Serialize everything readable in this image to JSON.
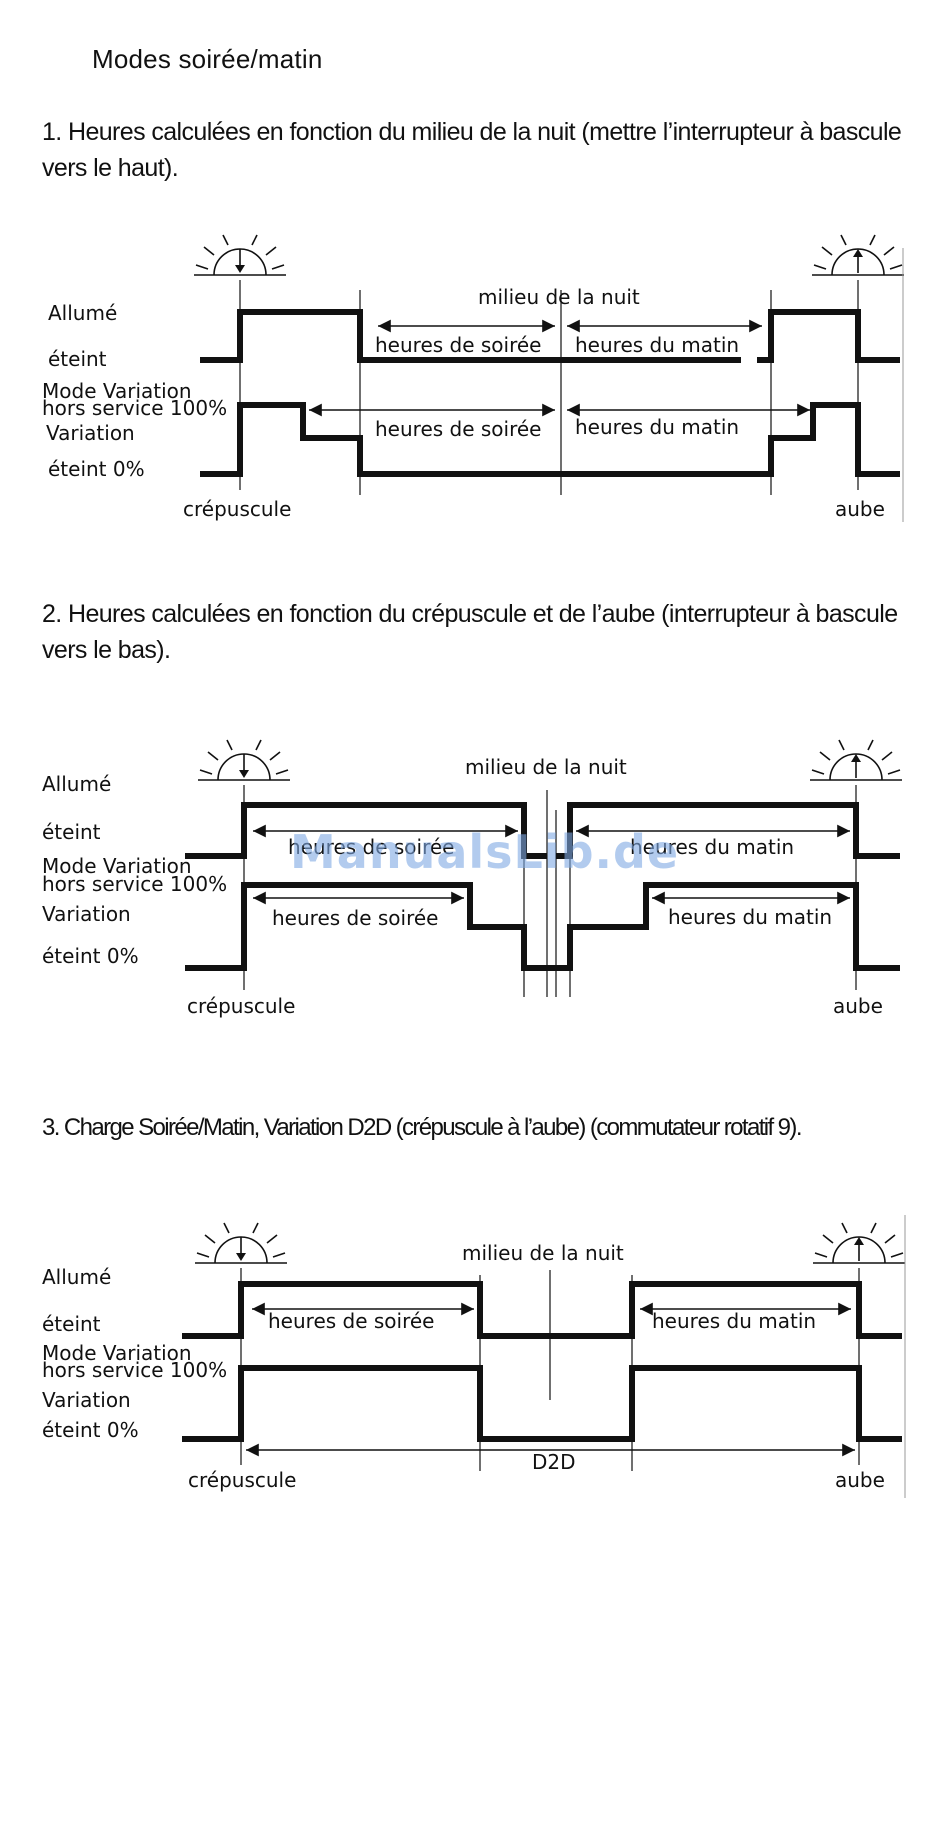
{
  "page": {
    "title": "Modes soirée/matin",
    "watermark": "ManualsLib.de"
  },
  "sections": [
    {
      "heading": "1. Heures calculées en fonction du milieu de la nuit (mettre l’interrupteur à bascule vers le haut).",
      "labels": {
        "allume": "Allumé",
        "eteint": "éteint",
        "mode_variation": "Mode Variation",
        "hors_service": "hors service 100%",
        "variation": "Variation",
        "eteint_0": "éteint 0%",
        "milieu": "milieu de la nuit",
        "soiree_top": "heures de soirée",
        "matin_top": "heures du matin",
        "soiree_bottom": "heures de soirée",
        "matin_bottom": "heures du matin",
        "crepuscule": "crépuscule",
        "aube": "aube"
      },
      "icons": [
        "sunset-icon",
        "sunrise-icon"
      ]
    },
    {
      "heading": "2. Heures calculées en fonction du crépuscule et de l’aube (interrupteur à bascule vers le bas).",
      "labels": {
        "allume": "Allumé",
        "eteint": "éteint",
        "mode_variation": "Mode Variation",
        "hors_service": "hors service 100%",
        "variation": "Variation",
        "eteint_0": "éteint 0%",
        "milieu": "milieu de la nuit",
        "soiree_top": "heures de soirée",
        "matin_top": "heures du matin",
        "soiree_bottom": "heures de soirée",
        "matin_bottom": "heures du matin",
        "crepuscule": "crépuscule",
        "aube": "aube"
      },
      "icons": [
        "sunset-icon",
        "sunrise-icon"
      ]
    },
    {
      "heading": "3. Charge Soirée/Matin, Variation D2D (crépuscule à l’aube) (commutateur rotatif 9).",
      "labels": {
        "allume": "Allumé",
        "eteint": "éteint",
        "mode_variation": "Mode Variation",
        "hors_service": "hors service 100%",
        "variation": "Variation",
        "eteint_0": "éteint 0%",
        "milieu": "milieu de la nuit",
        "soiree_top": "heures de soirée",
        "matin_top": "heures du matin",
        "d2d": "D2D",
        "crepuscule": "crépuscule",
        "aube": "aube"
      },
      "icons": [
        "sunset-icon",
        "sunrise-icon"
      ]
    }
  ]
}
